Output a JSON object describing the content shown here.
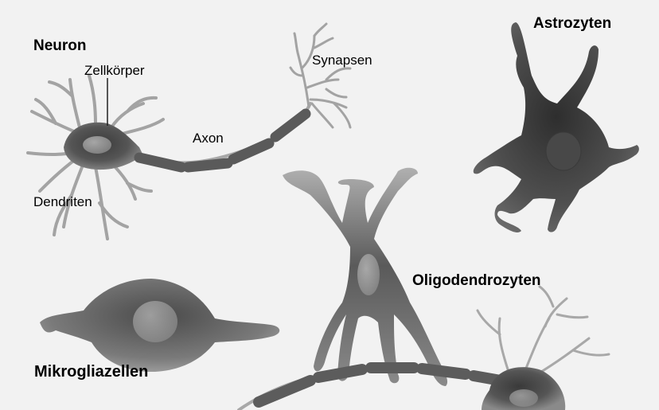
{
  "labels": {
    "neuron": "Neuron",
    "cell_body": "Zellkörper",
    "synapses": "Synapsen",
    "axon": "Axon",
    "dendrites": "Dendriten",
    "astrocytes": "Astrozyten",
    "oligodendrocytes": "Oligodendrozyten",
    "microglia": "Mikrogliazellen"
  },
  "colors": {
    "background": "#f2f2f2",
    "cell_dark": "#4a4a4a",
    "cell_mid": "#6e6e6e",
    "cell_light": "#a8a8a8",
    "dendrite": "#a0a0a0",
    "text": "#000000"
  }
}
